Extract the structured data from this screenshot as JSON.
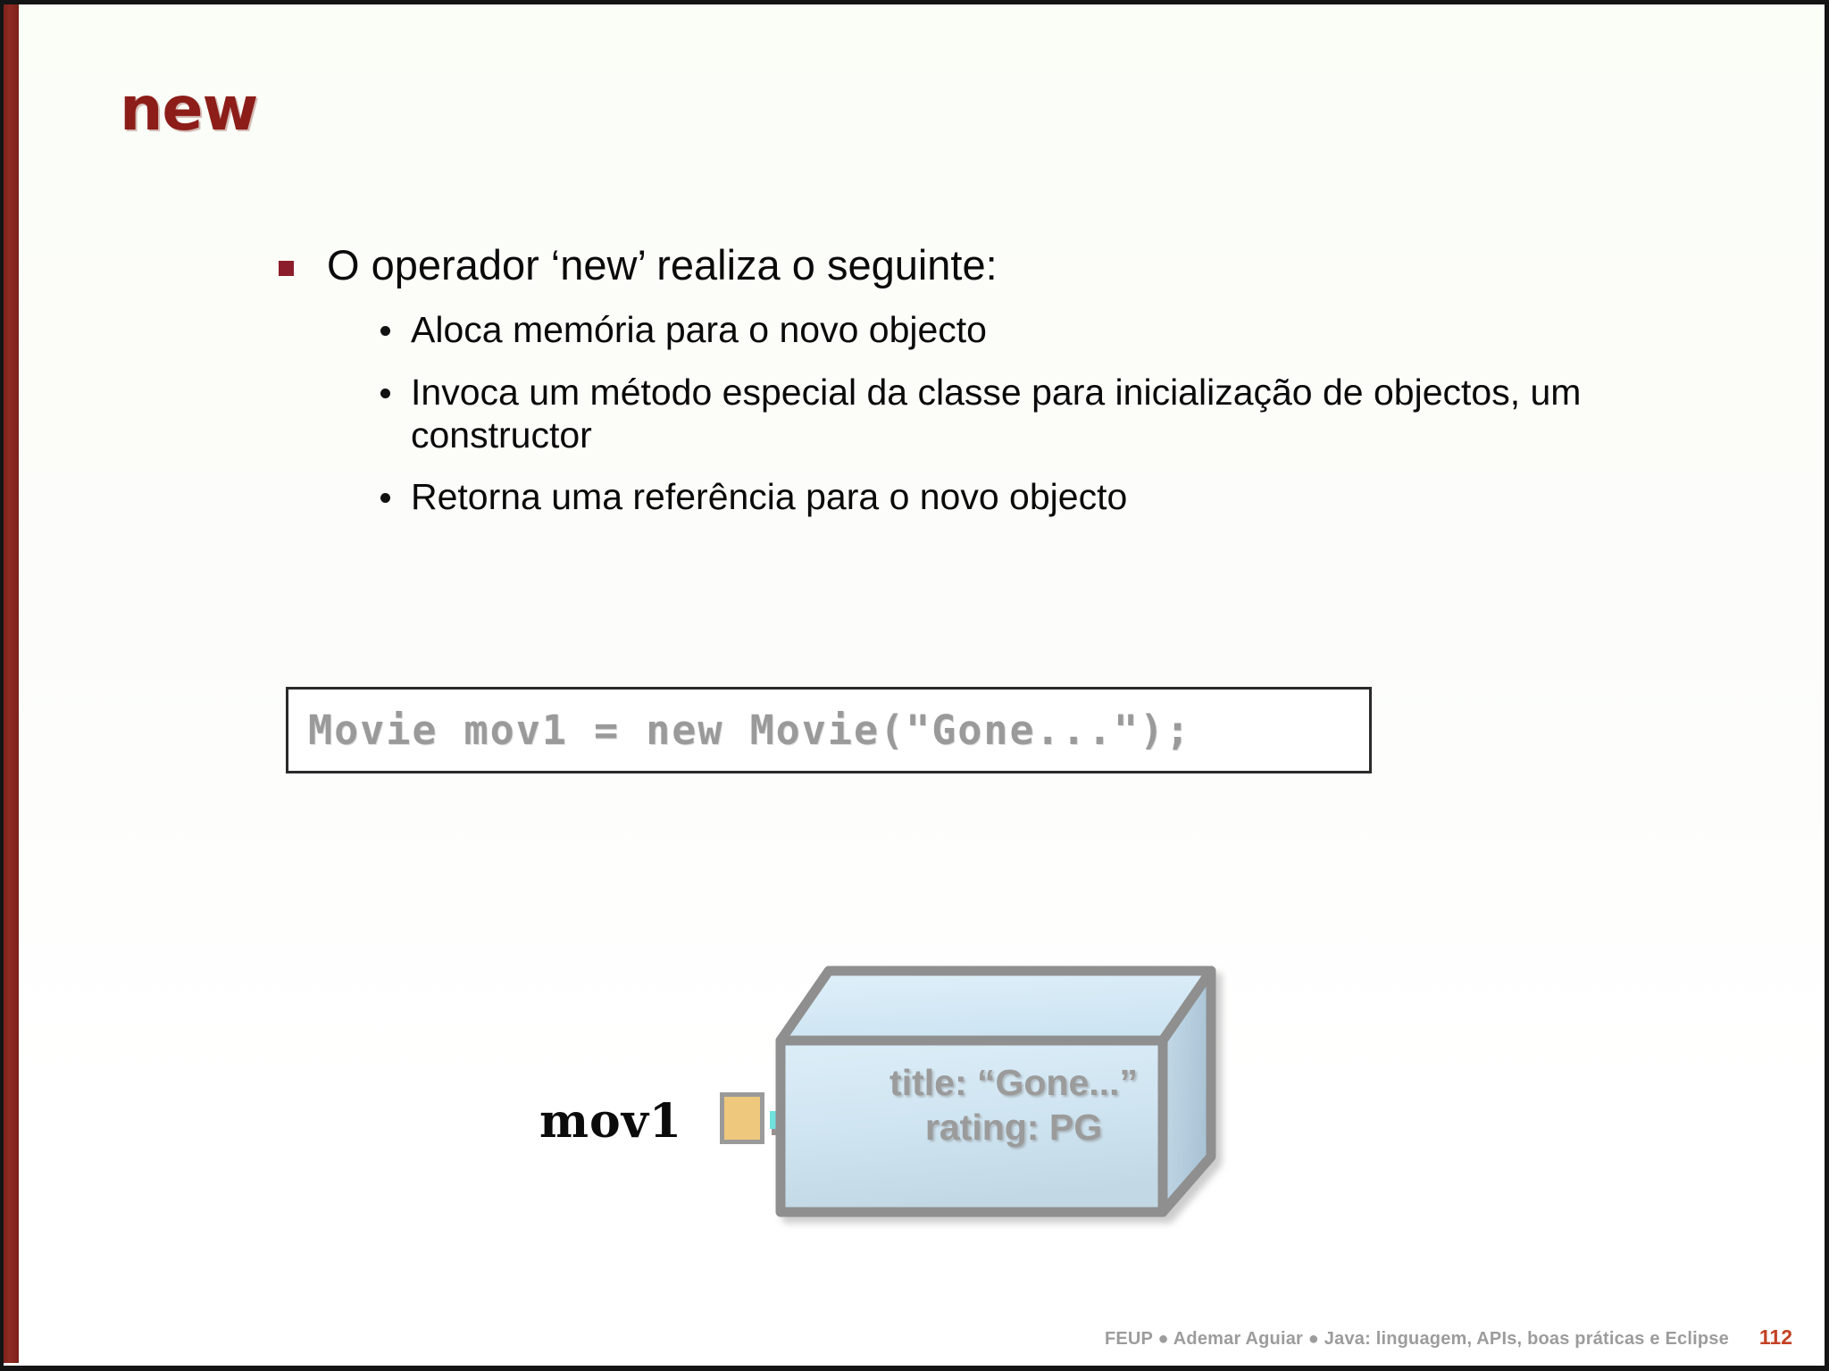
{
  "slide": {
    "title": "new",
    "accent_color": "#8c1d18",
    "left_bar_color": "#7e231c",
    "background_color": "#fbfdf7"
  },
  "body": {
    "main_bullet": {
      "text": "O operador ‘new’ realiza o seguinte:",
      "marker": "square-bullet",
      "marker_color": "#8c1d2a"
    },
    "sub_bullets": [
      {
        "text": "Aloca memória para o novo objecto",
        "marker": "round-bullet"
      },
      {
        "text": "Invoca um método especial da classe para inicialização de objectos, um constructor",
        "marker": "round-bullet"
      },
      {
        "text": "Retorna uma referência para o novo objecto",
        "marker": "round-bullet"
      }
    ]
  },
  "code_box": {
    "code": "Movie mov1 = new Movie(\"Gone...\");",
    "text_color": "#9a9a9a",
    "border_color": "#2a2a2a"
  },
  "diagram": {
    "variable_label": "mov1",
    "variable_cell_color": "#eec87c",
    "arrow_color": "#6fe3de",
    "arrow_shadow_color": "#9b9190",
    "object_box": {
      "fill_color": "#d3e7f3",
      "side_fill_color": "#b6cddd",
      "border_color": "#8f8f8f",
      "lines": [
        "title: “Gone...”",
        "rating: PG"
      ],
      "text_color": "#9b9b9b"
    }
  },
  "footer": {
    "credits": "FEUP ● Ademar Aguiar ● Java: linguagem, APIs, boas práticas e Eclipse",
    "page_number": "112",
    "credits_color": "#9c9c9c",
    "page_color": "#c34122"
  }
}
